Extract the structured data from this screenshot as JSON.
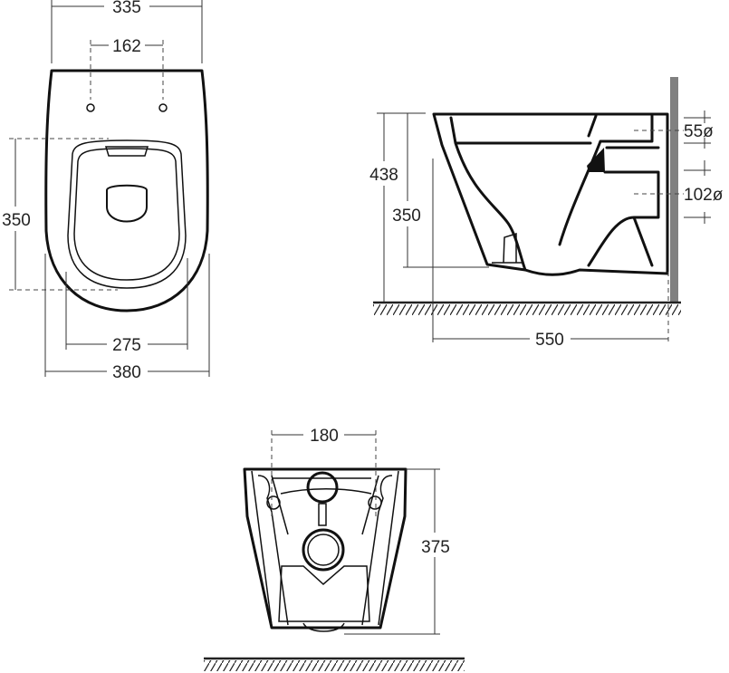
{
  "top_view": {
    "width_top": "335",
    "bolt_spacing": "162",
    "seat_depth": "350",
    "seat_width": "275",
    "width_overall": "380"
  },
  "side_view": {
    "height_total": "438",
    "height_seat": "350",
    "depth": "550",
    "water_inlet": "55ø",
    "waste_outlet": "102ø"
  },
  "rear_view": {
    "bolt_spacing": "180",
    "height": "375"
  },
  "colors": {
    "line": "#111111",
    "wall": "#808080"
  }
}
